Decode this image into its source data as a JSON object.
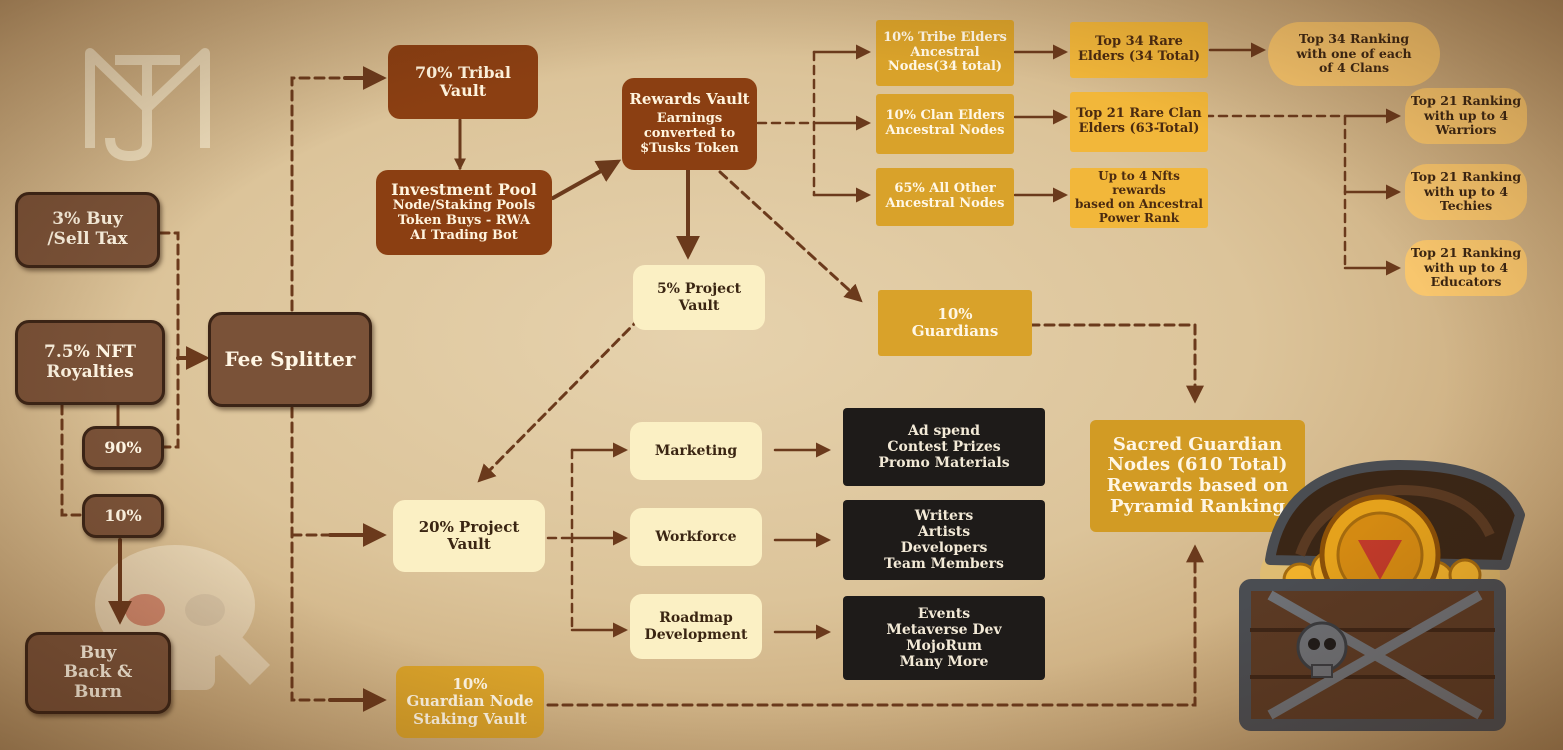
{
  "colors": {
    "arrow": "#6b3a1c",
    "brown_box": "#7a5238",
    "rust_box": "#8b3f12",
    "gold_box": "#d9a22a",
    "cream_box": "#fbf0c4",
    "dark_box": "#1e1b19"
  },
  "icons": [
    "mt-logo",
    "skull-watermark",
    "treasure-chest-icon"
  ],
  "sources": {
    "buy_sell_tax": "3% Buy /Sell Tax",
    "nft_royalties": "7.5% NFT Royalties",
    "pct_90": "90%",
    "pct_10": "10%",
    "buy_back": "Buy Back & Burn"
  },
  "fee_splitter": "Fee Splitter",
  "tribal_vault": "70% Tribal Vault",
  "investment_pool": {
    "title": "Investment Pool",
    "line1": "Node/Staking Pools",
    "line2": "Token Buys - RWA",
    "line3": "AI Trading Bot"
  },
  "rewards_vault": {
    "title": "Rewards Vault",
    "line1": "Earnings",
    "line2": "converted to",
    "line3": "$Tusks Token"
  },
  "project_vault_5": "5% Project Vault",
  "project_vault_20": "20% Project Vault",
  "guardian_staking": {
    "line1": "10%",
    "line2": "Guardian Node",
    "line3": "Staking Vault"
  },
  "elders": [
    {
      "line1": "10% Tribe Elders",
      "line2": "Ancestral",
      "line3": "Nodes(34 total)"
    },
    {
      "line1": "10% Clan Elders",
      "line2": "Ancestral Nodes",
      "line3": ""
    },
    {
      "line1": "65% All Other",
      "line2": "Ancestral Nodes",
      "line3": ""
    }
  ],
  "rare": [
    {
      "line1": "Top 34 Rare",
      "line2": "Elders (34 Total)",
      "line3": ""
    },
    {
      "line1": "Top 21 Rare Clan",
      "line2": "Elders (63-Total)",
      "line3": ""
    },
    {
      "line1": "Up to 4 Nfts rewards",
      "line2": "based on Ancestral",
      "line3": "Power Rank"
    }
  ],
  "rankings": [
    {
      "line1": "Top 34 Ranking",
      "line2": "with one of each",
      "line3": "of 4 Clans"
    },
    {
      "line1": "Top 21 Ranking",
      "line2": "with up to 4",
      "line3": "Warriors"
    },
    {
      "line1": "Top 21 Ranking",
      "line2": "with up to 4",
      "line3": "Techies"
    },
    {
      "line1": "Top 21 Ranking",
      "line2": "with up to 4",
      "line3": "Educators"
    }
  ],
  "guardians": {
    "line1": "10%",
    "line2": "Guardians"
  },
  "sacred": {
    "line1": "Sacred Guardian",
    "line2": "Nodes (610 Total)",
    "line3": "Rewards based on",
    "line4": "Pyramid Ranking"
  },
  "project_items": [
    {
      "line1": "Marketing",
      "line2": ""
    },
    {
      "line1": "Workforce",
      "line2": ""
    },
    {
      "line1": "Roadmap",
      "line2": "Development"
    }
  ],
  "project_details": [
    {
      "line1": "Ad spend",
      "line2": "Contest Prizes",
      "line3": "Promo Materials",
      "line4": ""
    },
    {
      "line1": "Writers",
      "line2": "Artists",
      "line3": "Developers",
      "line4": "Team Members"
    },
    {
      "line1": "Events",
      "line2": "Metaverse Dev",
      "line3": "MojoRum",
      "line4": "Many More"
    }
  ]
}
